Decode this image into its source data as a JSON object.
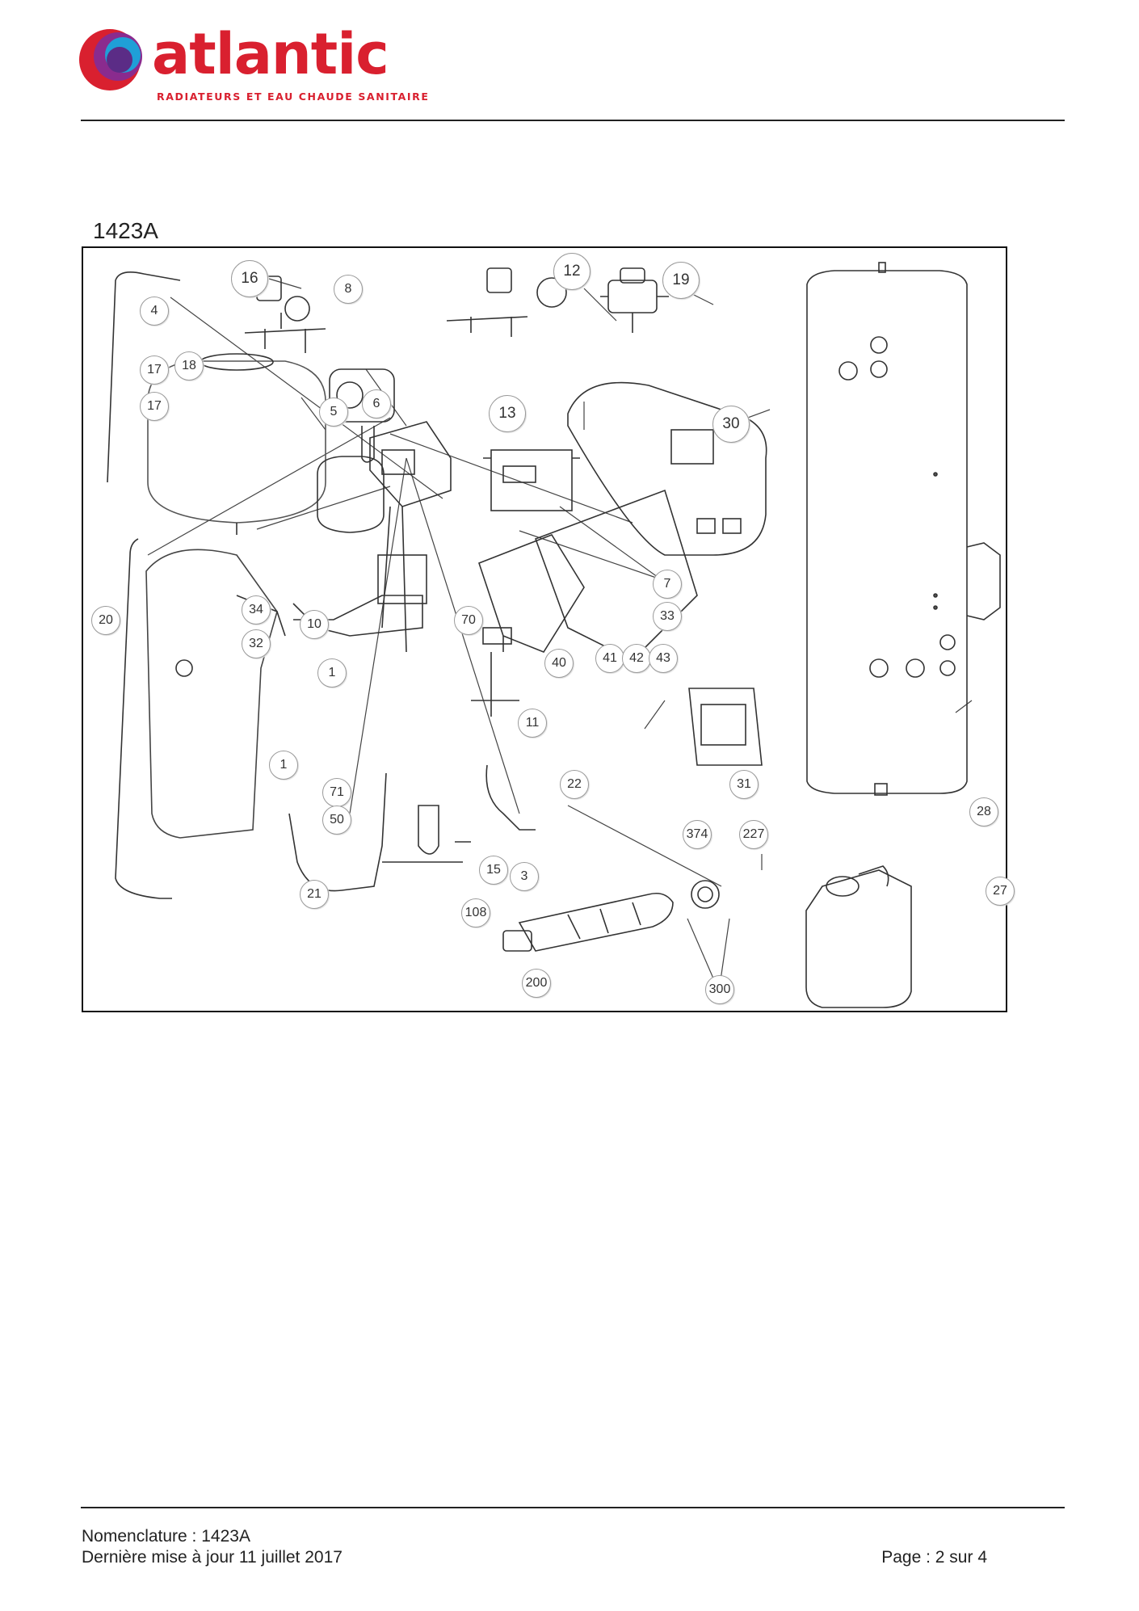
{
  "header": {
    "brand": "atlantic",
    "tagline": "RADIATEURS ET EAU CHAUDE SANITAIRE",
    "logo_icon": "atlantic-logo-icon",
    "brand_color": "#d9202f"
  },
  "diagram": {
    "title": "1423A",
    "callouts": [
      "16",
      "8",
      "12",
      "19",
      "4",
      "17",
      "18",
      "17",
      "5",
      "6",
      "13",
      "30",
      "20",
      "34",
      "32",
      "10",
      "70",
      "7",
      "33",
      "40",
      "41",
      "42",
      "43",
      "1",
      "11",
      "1",
      "71",
      "22",
      "31",
      "50",
      "374",
      "227",
      "28",
      "21",
      "15",
      "3",
      "108",
      "27",
      "200",
      "300"
    ]
  },
  "footer": {
    "line1": "Nomenclature : 1423A",
    "line2": "Dernière mise à jour 11 juillet 2017",
    "page": "Page : 2 sur 4"
  }
}
